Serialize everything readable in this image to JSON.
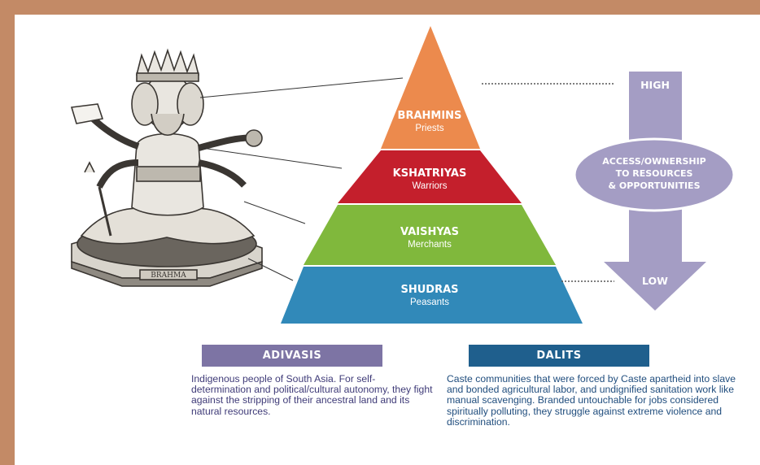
{
  "pyramid": [
    {
      "name": "BRAHMINS",
      "role": "Priests",
      "color": "#ec8a4d"
    },
    {
      "name": "KSHATRIYAS",
      "role": "Warriors",
      "color": "#c41f2c"
    },
    {
      "name": "VAISHYAS",
      "role": "Merchants",
      "color": "#80b83c"
    },
    {
      "name": "SHUDRAS",
      "role": "Peasants",
      "color": "#3189b9"
    }
  ],
  "statue": {
    "label": "BRAHMA"
  },
  "scale": {
    "high": "HIGH",
    "low": "LOW",
    "oval_lines": [
      "ACCESS/OWNERSHIP",
      "TO RESOURCES",
      "& OPPORTUNITIES"
    ],
    "color": "#a49dc4"
  },
  "boxes": [
    {
      "title": "ADIVASIS",
      "color": "#7d74a4",
      "text_color": "#3f3b78",
      "text": "Indigenous people of South Asia. For self-determination and political/cultural autonomy, they fight against the stripping of their ancestral land and its natural resources."
    },
    {
      "title": "DALITS",
      "color": "#1f5f8d",
      "text_color": "#214e7e",
      "text": "Caste communities that were forced by Caste apartheid into slave and bonded agricultural labor, and undignified sanitation work like manual scavenging. Branded untouchable for jobs considered spiritually polluting, they struggle against extreme violence and discrimination."
    }
  ]
}
